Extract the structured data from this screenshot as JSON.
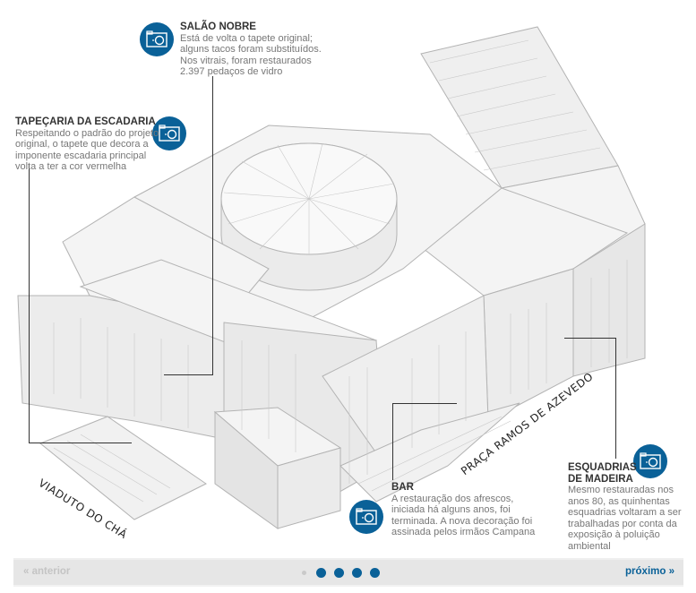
{
  "callouts": {
    "salao_nobre": {
      "title": "SALÃO NOBRE",
      "lines": [
        "Está de volta o tapete original;",
        "alguns tacos foram substituídos.",
        "Nos vitrais, foram restaurados",
        "2.397 pedaços de vidro"
      ]
    },
    "tapecaria": {
      "title": "TAPEÇARIA DA ESCADARIA",
      "lines": [
        "Respeitando o padrão do projeto",
        "original, o tapete que decora a",
        "imponente escadaria principal",
        "volta a ter a cor vermelha"
      ]
    },
    "bar": {
      "title": "BAR",
      "lines": [
        "A restauração dos afrescos,",
        "iniciada há alguns anos, foi",
        "terminada. A nova decoração foi",
        "assinada pelos irmãos Campana"
      ]
    },
    "esquadrias": {
      "title_1": "ESQUADRIAS",
      "title_2": "DE MADEIRA",
      "lines": [
        "Mesmo restauradas nos",
        "anos 80, as quinhentas",
        "esquadrias voltaram a ser",
        "trabalhadas por conta da",
        "exposição à poluição",
        "ambiental"
      ]
    }
  },
  "streets": {
    "left": "VIADUTO DO CHÁ",
    "right": "PRAÇA RAMOS DE AZEVEDO"
  },
  "nav": {
    "prev": "« anterior",
    "next": "próximo »",
    "pages": 5,
    "current": 1
  },
  "colors": {
    "accent": "#0a6198",
    "building_stroke": "#b5b5b5",
    "building_fill": "#f3f3f3"
  }
}
